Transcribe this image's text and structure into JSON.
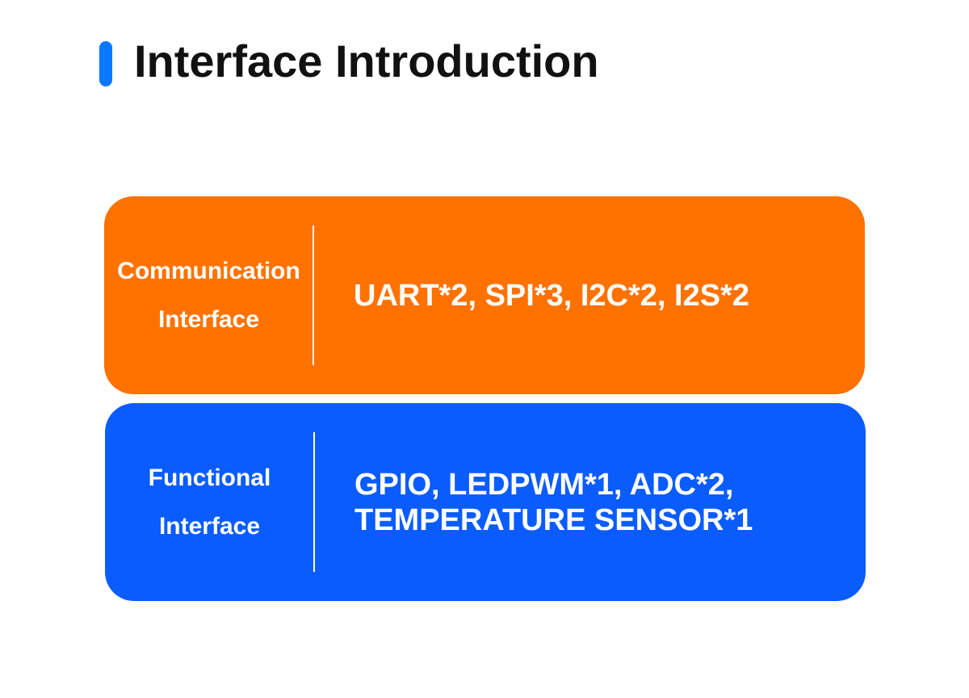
{
  "header": {
    "title": "Interface Introduction"
  },
  "colors": {
    "accent_blue": "#0a79ff",
    "orange": "#ff7200",
    "blue": "#0a5cff",
    "text_dark": "#111111",
    "white": "#ffffff"
  },
  "cards": [
    {
      "label_line1": "Communication",
      "label_line2": "Interface",
      "value_line1": "UART*2, SPI*3, I2C*2, I2S*2"
    },
    {
      "label_line1": "Functional",
      "label_line2": "Interface",
      "value_line1": "GPIO,  LEDPWM*1, ADC*2,",
      "value_line2": "TEMPERATURE SENSOR*1"
    }
  ]
}
